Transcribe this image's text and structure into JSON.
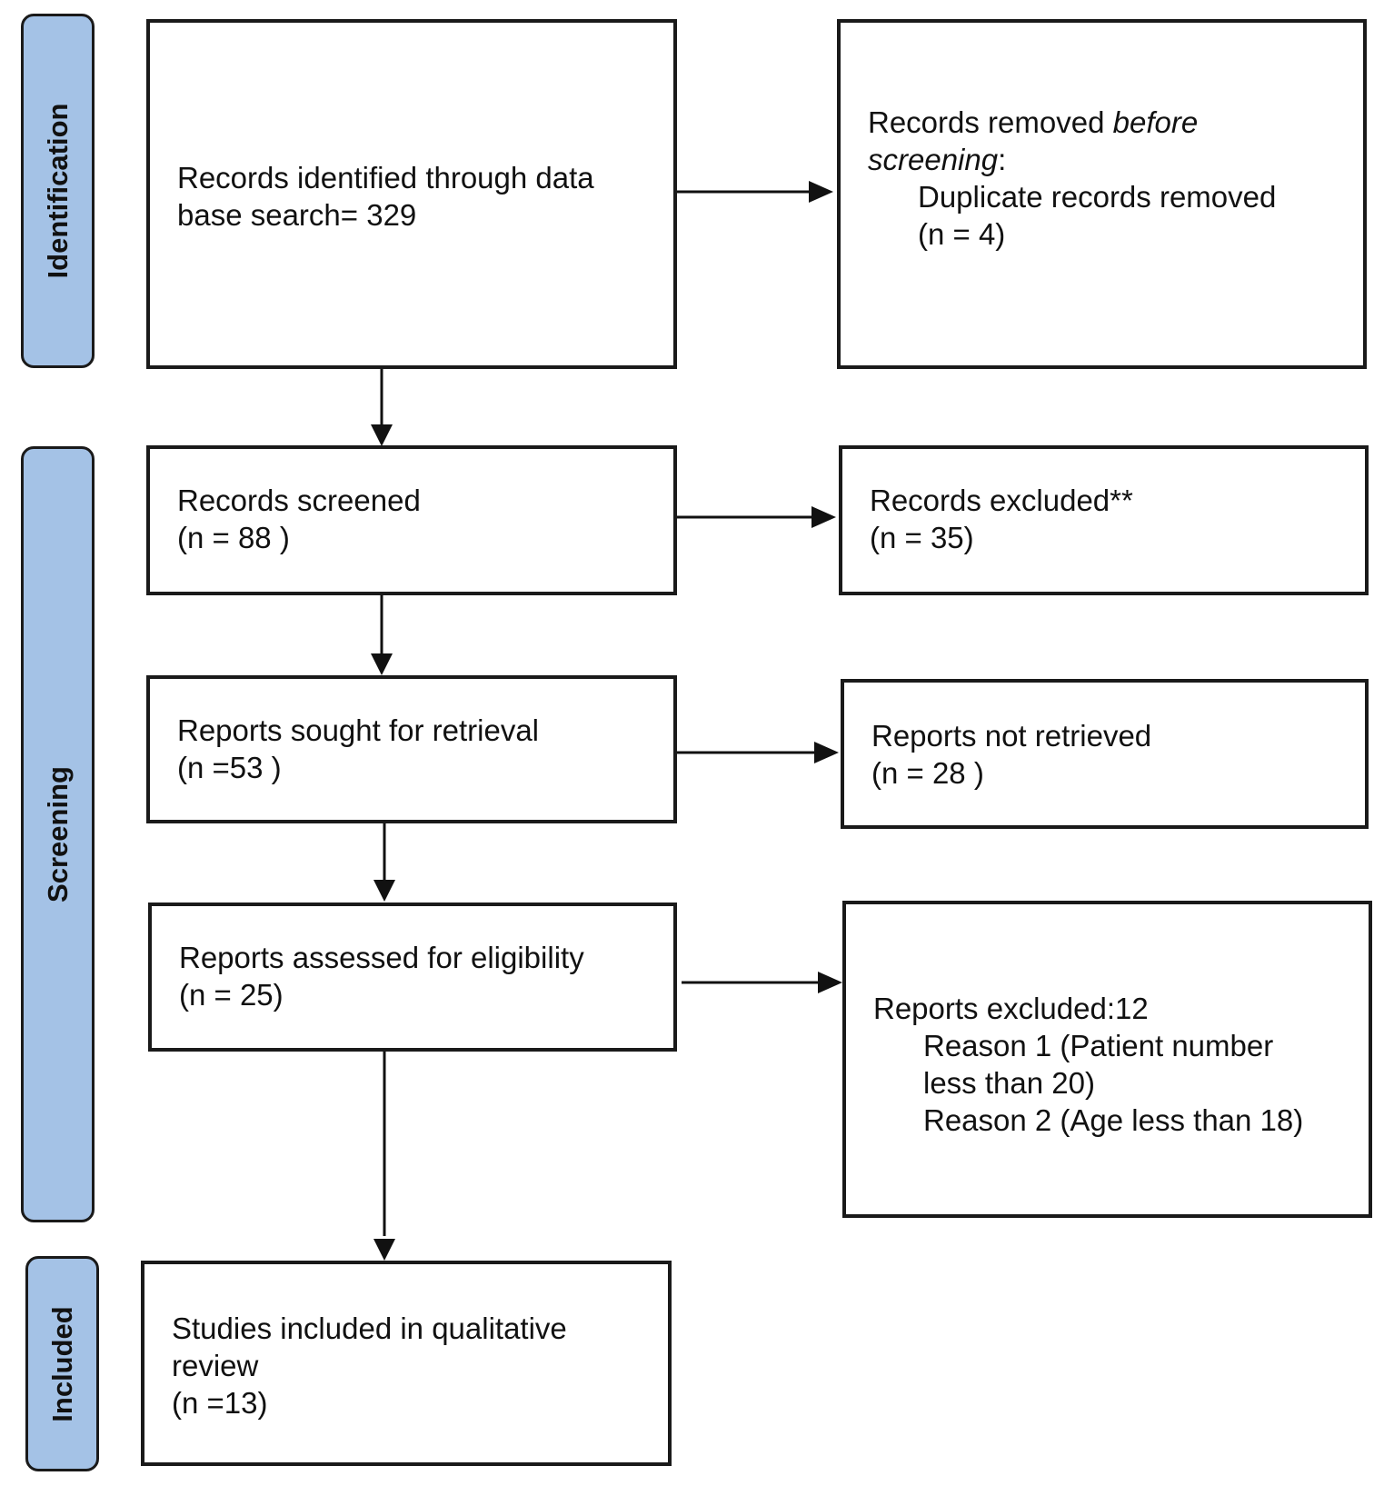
{
  "phases": {
    "identification": "Identification",
    "screening": "Screening",
    "included": "Included"
  },
  "identified": {
    "line1": "Records identified through data",
    "line2": "base search= 329"
  },
  "removed": {
    "line1_prefix": "Records removed ",
    "line1_italic": "before",
    "line2_italic": "screening",
    "line2_suffix": ":",
    "detail_label": "Duplicate records removed",
    "detail_count": "(n = 4)"
  },
  "screened": {
    "label": "Records screened",
    "count": "(n = 88 )"
  },
  "excluded": {
    "label": "Records excluded**",
    "count": "(n = 35)"
  },
  "sought": {
    "label": "Reports sought for retrieval",
    "count": "(n =53 )"
  },
  "not_retrieved": {
    "label": "Reports not retrieved",
    "count": "(n = 28 )"
  },
  "assessed": {
    "label": "Reports assessed for eligibility",
    "count": "(n = 25)"
  },
  "reports_excluded": {
    "label": "Reports excluded:12",
    "reason1_line1": "Reason 1 (Patient number",
    "reason1_line2": "less than 20)",
    "reason2": "Reason 2 (Age less than 18)"
  },
  "included_studies": {
    "line1": "Studies included in qualitative",
    "line2": "review",
    "count": "(n =13)"
  },
  "colors": {
    "phase_fill": "#a4c2e6",
    "stroke": "#1a1a1a",
    "text": "#111111"
  }
}
